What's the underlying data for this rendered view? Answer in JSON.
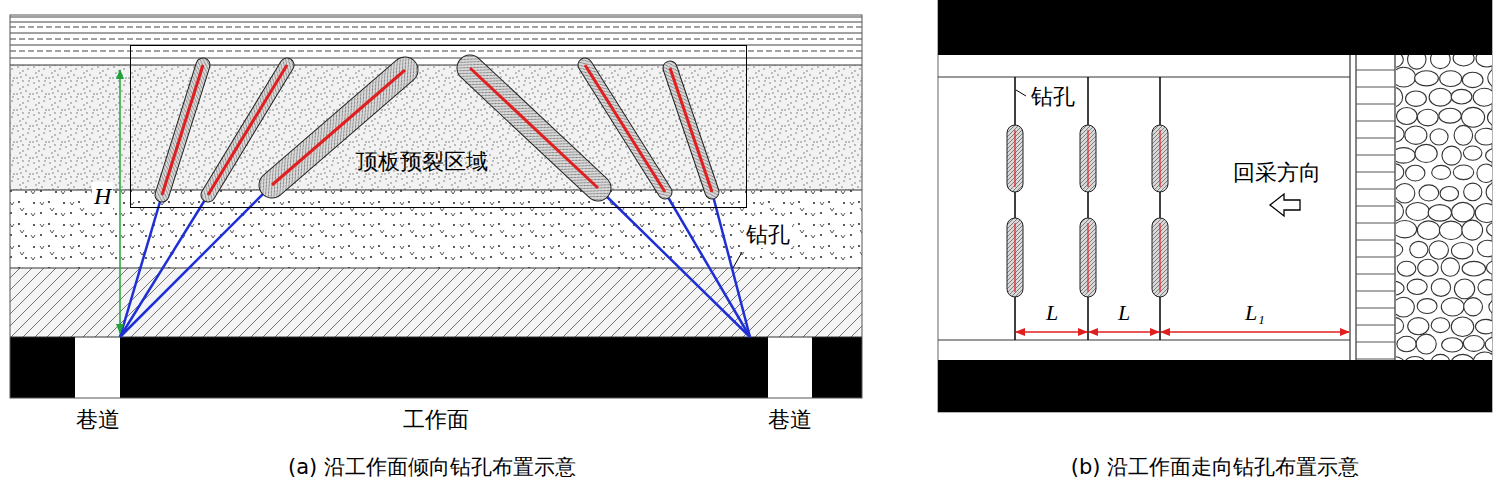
{
  "diagram": {
    "nodes": [
      {
        "text": [
          "顶板预裂区域"
        ]
      }
    ],
    "labels": [
      "钻孔",
      "H",
      "巷道",
      "工作面",
      "巷道",
      "(a) 沿工作面倾向钻孔布置示意",
      "钻孔",
      "回采方向",
      "L",
      "L",
      "L₁",
      "(b) 沿工作面走向钻孔布置示意"
    ]
  }
}
